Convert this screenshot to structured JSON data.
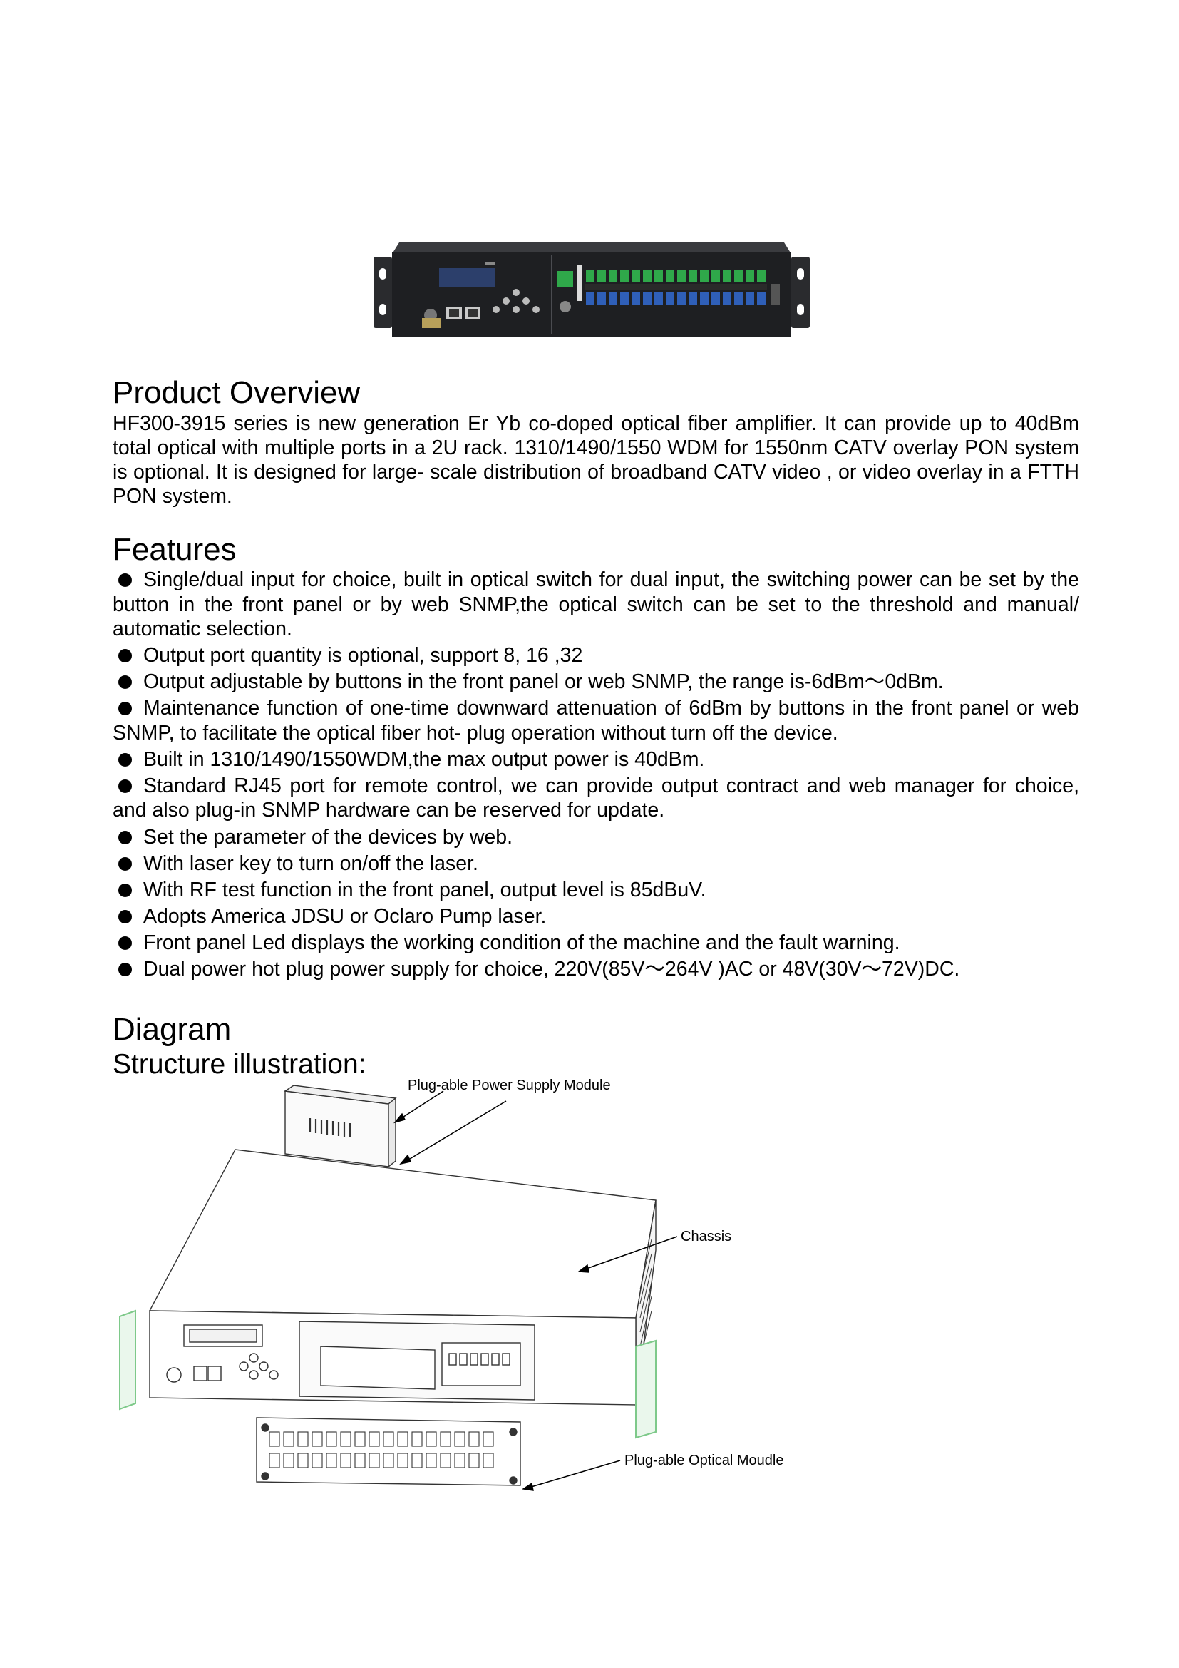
{
  "overview": {
    "heading": "Product Overview",
    "text": "HF300-3915 series is new generation Er Yb co-doped optical fiber amplifier. It can provide up to 40dBm total optical with multiple ports in a 2U rack. 1310/1490/1550 WDM for 1550nm CATV overlay PON system is optional. It is designed for large- scale distribution of broadband CATV video , or video overlay in a FTTH PON system."
  },
  "features": {
    "heading": "Features",
    "items": [
      "Single/dual input for choice, built in optical switch for dual input, the switching power can be set by the button in the front panel or by web SNMP,the optical switch can be set to the threshold and manual/ automatic selection.",
      "Output port quantity is optional, support 8, 16 ,32",
      "Output adjustable by buttons in the front panel or web SNMP, the range is-6dBm～0dBm.",
      "Maintenance function of one-time downward attenuation of 6dBm by buttons in the front panel or web SNMP, to facilitate the optical fiber hot- plug operation without turn off the device.",
      "Built in 1310/1490/1550WDM,the max output power is 40dBm.",
      "Standard RJ45 port for remote control, we can provide output contract and web manager for choice, and also plug-in SNMP hardware can be reserved for update.",
      "Set the parameter of the devices by web.",
      "With laser key to turn on/off the laser.",
      "With RF test function in the front panel, output level is 85dBuV.",
      "Adopts America JDSU or Oclaro Pump laser.",
      "Front panel Led displays the working condition of the machine and the fault warning.",
      "Dual power hot plug power supply for choice, 220V(85V～264V )AC or 48V(30V～72V)DC."
    ]
  },
  "diagram": {
    "heading": "Diagram",
    "subheading": "Structure illustration:",
    "labels": {
      "psu": "Plug-able Power Supply Module",
      "chassis": "Chassis",
      "optical": "Plug-able Optical Moudle"
    }
  },
  "colors": {
    "device_body": "#1e1f22",
    "port_green": "#2fa84a",
    "port_blue": "#2f5fb8",
    "ear_green": "#7ec98a"
  }
}
